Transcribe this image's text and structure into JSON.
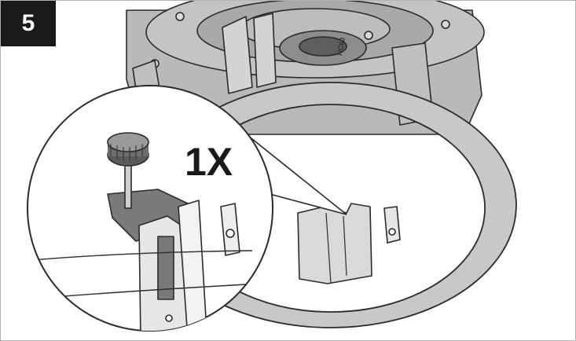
{
  "step": {
    "number": "5"
  },
  "callout": {
    "quantity": "1X"
  },
  "speaker": {
    "model_text": "NC60"
  },
  "colors": {
    "frame_border": "#b3b3b3",
    "badge_bg": "#1a1a1a",
    "badge_text": "#ffffff",
    "line": "#2b2b2b",
    "ring_fill": "#c8c8c8",
    "speaker_fill": "#b9b9b9",
    "dark_fill": "#7a7a7a",
    "light_fill": "#e6e6e6"
  },
  "icons": [
    "thumbscrew-icon",
    "mounting-clip-icon",
    "screw-tab-icon"
  ]
}
